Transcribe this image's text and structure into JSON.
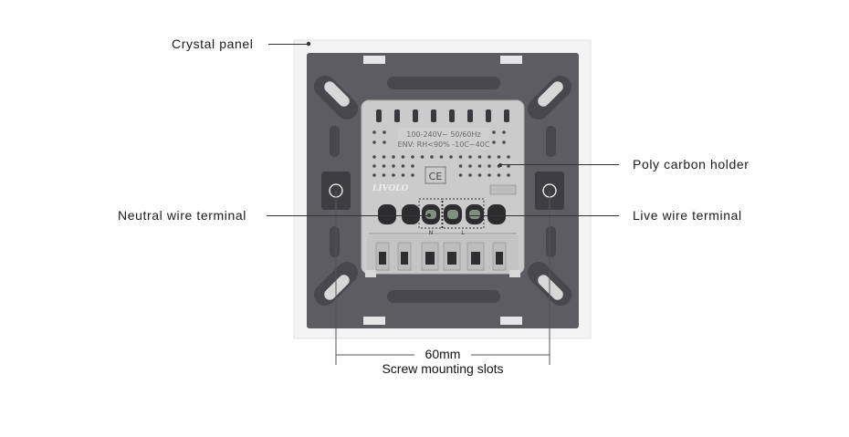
{
  "labels": {
    "crystal_panel": "Crystal panel",
    "poly_carbon_holder": "Poly carbon holder",
    "neutral_wire_terminal": "Neutral wire terminal",
    "live_wire_terminal": "Live wire terminal"
  },
  "module_print": {
    "rating": "100-240V~ 50/60Hz",
    "env": "ENV: RH<90% -10C~40C",
    "brand": "LIVOLO",
    "ce": "CE",
    "terminal_n": "N",
    "terminal_l": "L"
  },
  "dimension": {
    "value": "60mm",
    "caption": "Screw mounting slots"
  },
  "colors": {
    "back_plate": "#5b5b60",
    "module": "#c9c9c9",
    "crystal_panel": "#f4f4f4",
    "lines": "#333333"
  }
}
